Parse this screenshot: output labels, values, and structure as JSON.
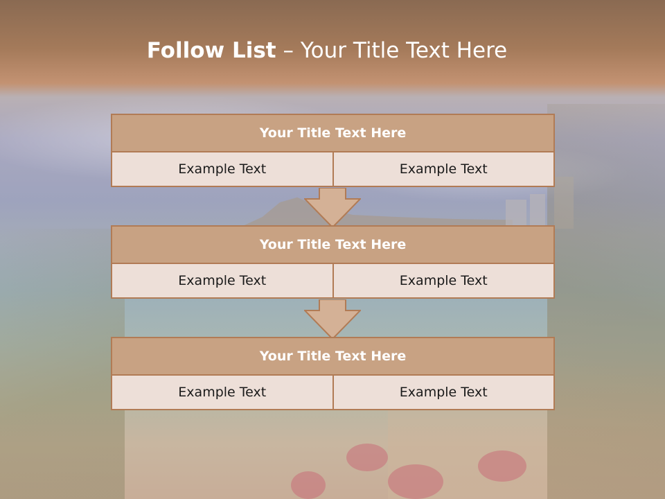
{
  "slide": {
    "title_bold": "Follow List",
    "title_rest": " – Your Title Text Here"
  },
  "colors": {
    "header_fill": "#c8a283",
    "border": "#b17b55",
    "cell_fill": "#eddfd8",
    "arrow_fill": "#d4b196"
  },
  "steps": [
    {
      "title": "Your Title Text Here",
      "left": "Example Text",
      "right": "Example Text"
    },
    {
      "title": "Your Title Text Here",
      "left": "Example Text",
      "right": "Example Text"
    },
    {
      "title": "Your Title Text Here",
      "left": "Example Text",
      "right": "Example Text"
    }
  ]
}
